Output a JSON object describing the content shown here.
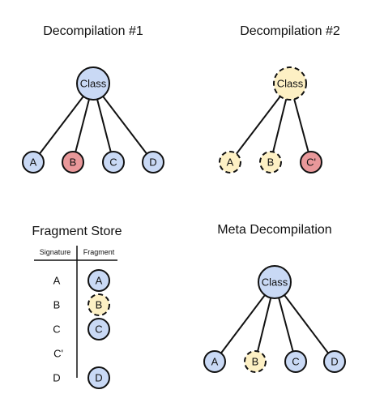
{
  "colors": {
    "blue": "#c9d9f5",
    "yellow": "#fdf0c4",
    "red": "#e9989a",
    "stroke": "#111111"
  },
  "panels": {
    "decomp1": {
      "title": "Decompilation #1",
      "root": {
        "label": "Class",
        "fill": "blue",
        "dashed": false
      },
      "children": [
        {
          "label": "A",
          "fill": "blue",
          "dashed": false
        },
        {
          "label": "B",
          "fill": "red",
          "dashed": false
        },
        {
          "label": "C",
          "fill": "blue",
          "dashed": false
        },
        {
          "label": "D",
          "fill": "blue",
          "dashed": false
        }
      ]
    },
    "decomp2": {
      "title": "Decompilation #2",
      "root": {
        "label": "Class",
        "fill": "yellow",
        "dashed": true
      },
      "children": [
        {
          "label": "A",
          "fill": "yellow",
          "dashed": true
        },
        {
          "label": "B",
          "fill": "yellow",
          "dashed": true
        },
        {
          "label": "C'",
          "fill": "red",
          "dashed": false
        }
      ]
    },
    "store": {
      "title": "Fragment Store",
      "signature_header": "Signature",
      "fragment_header": "Fragment",
      "rows": [
        {
          "signature": "A",
          "fragment": {
            "label": "A",
            "fill": "blue",
            "dashed": false
          }
        },
        {
          "signature": "B",
          "fragment": {
            "label": "B",
            "fill": "yellow",
            "dashed": true
          }
        },
        {
          "signature": "C",
          "fragment": {
            "label": "C",
            "fill": "blue",
            "dashed": false
          }
        },
        {
          "signature": "C'",
          "fragment": null
        },
        {
          "signature": "D",
          "fragment": {
            "label": "D",
            "fill": "blue",
            "dashed": false
          }
        }
      ]
    },
    "meta": {
      "title": "Meta Decompilation",
      "root": {
        "label": "Class",
        "fill": "blue",
        "dashed": false
      },
      "children": [
        {
          "label": "A",
          "fill": "blue",
          "dashed": false
        },
        {
          "label": "B",
          "fill": "yellow",
          "dashed": true
        },
        {
          "label": "C",
          "fill": "blue",
          "dashed": false
        },
        {
          "label": "D",
          "fill": "blue",
          "dashed": false
        }
      ]
    }
  }
}
